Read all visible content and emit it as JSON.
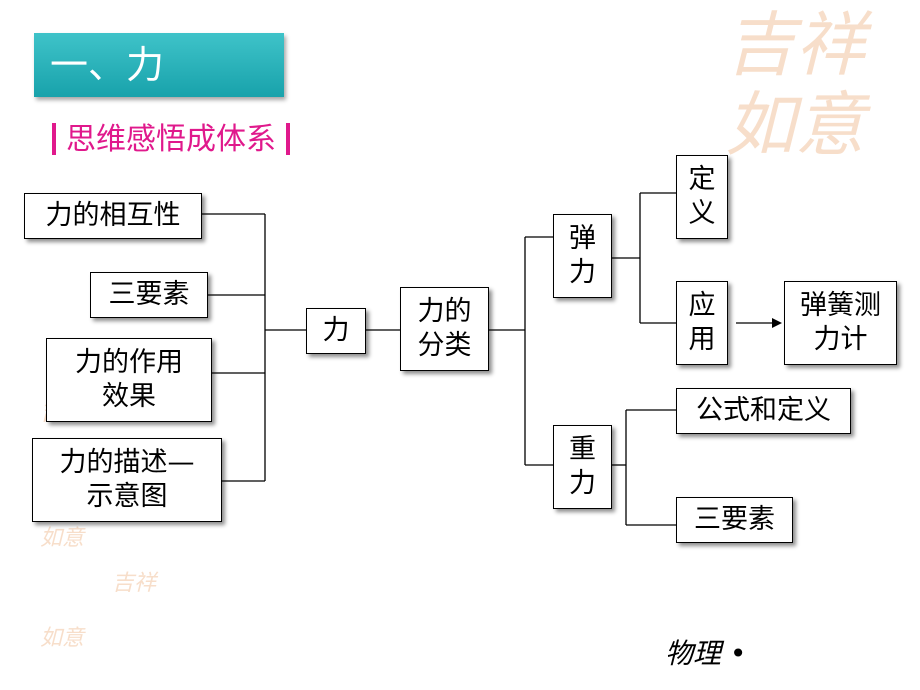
{
  "banner": {
    "title": "一、力"
  },
  "subtitle": {
    "text": "思维感悟成体系"
  },
  "diagram": {
    "left_items": [
      "力的相互性",
      "三要素",
      "力的作用\n效果",
      "力的描述—\n示意图"
    ],
    "center": "力",
    "classification": "力的\n分类",
    "elastic": "弹\n力",
    "gravity": "重\n力",
    "definition": "定\n义",
    "application": "应\n用",
    "spring_scale": "弹簧测\n力计",
    "formula_definition": "公式和定义",
    "three_elements": "三要素"
  },
  "footer": {
    "text": "物理 •"
  },
  "colors": {
    "banner": "#1fa8b0",
    "subtitle": "#e0198c",
    "watermark": "#f2c9a8"
  }
}
